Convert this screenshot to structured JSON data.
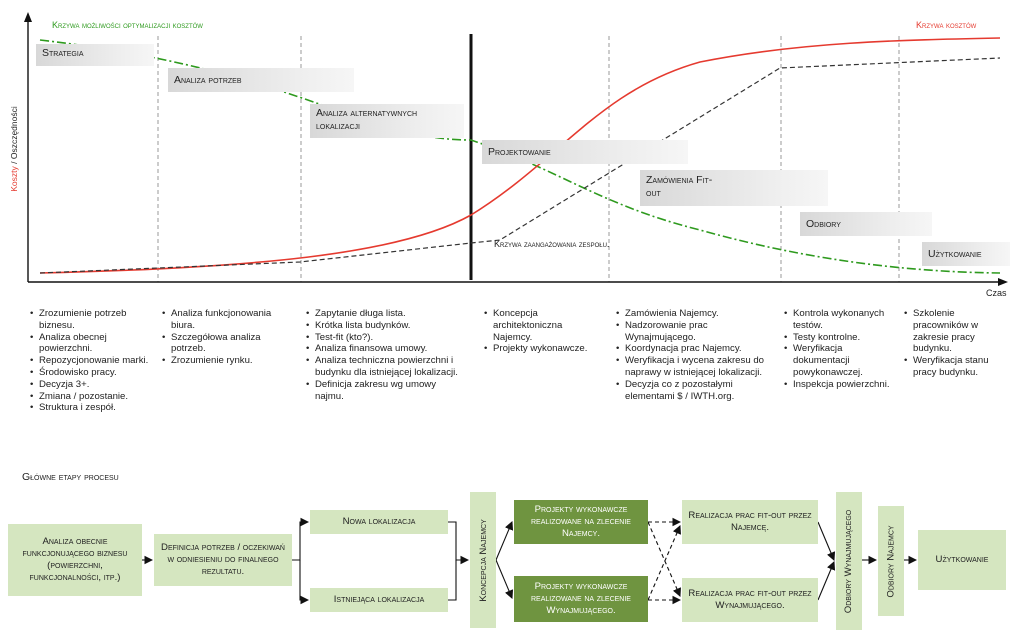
{
  "chart": {
    "green_label": "Krzywa możliwości optymalizacji kosztów",
    "red_label": "Krzywa kosztów",
    "y_axis_label_red": "Koszty",
    "y_axis_label_sep": " / ",
    "y_axis_label_green": "Oszczędności",
    "x_axis_label": "Czas",
    "team_curve_label": "Krzywa zaangażowania zespołu.",
    "colors": {
      "green": "#2e9a1e",
      "red": "#e53a2f",
      "dashed": "#333333"
    }
  },
  "stages": {
    "strategia": "Strategia",
    "analiza_potrzeb": "Analiza potrzeb",
    "analiza_alt": "Analiza alternatywnych lokalizacji",
    "projektowanie": "Projektowanie",
    "zamowienia": "Zamówienia Fit-out",
    "odbiory": "Odbiory",
    "uzytkowanie": "Użytkowanie"
  },
  "columns": [
    [
      "Zrozumienie potrzeb biznesu.",
      "Analiza obecnej powierzchni.",
      "Repozycjonowanie marki.",
      "Środowisko pracy.",
      "Decyzja 3+.",
      "Zmiana / pozostanie.",
      "Struktura i zespół."
    ],
    [
      "Analiza funkcjonowania biura.",
      "Szczegółowa analiza potrzeb.",
      "Zrozumienie rynku."
    ],
    [
      "Zapytanie długa lista.",
      "Krótka lista budynków.",
      "Test-fit (kto?).",
      "Analiza finansowa umowy.",
      "Analiza techniczna powierzchni i budynku dla istniejącej lokalizacji.",
      "Definicja zakresu wg umowy najmu."
    ],
    [
      "Koncepcja architektoniczna Najemcy.",
      "Projekty wykonawcze."
    ],
    [
      "Zamówienia Najemcy.",
      "Nadzorowanie prac Wynajmującego.",
      "Koordynacja prac Najemcy.",
      "Weryfikacja i wycena zakresu do naprawy w istniejącej lokalizacji.",
      "Decyzja co z pozostałymi elementami $ / IWTH.org."
    ],
    [
      "Kontrola wykonanych testów.",
      "Testy kontrolne.",
      "Weryfikacja dokumentacji powykonawczej.",
      "Inspekcja powierzchni."
    ],
    [
      "Szkolenie pracowników w zakresie pracy budynku.",
      "Weryfikacja stanu pracy budynku."
    ]
  ],
  "process": {
    "title": "Główne etapy procesu",
    "analiza": "Analiza obecnie funkcjonującego biznesu (powierzchni, funkcjonalności, itp.)",
    "definicja": "Definicja potrzeb / oczekiwań w odniesieniu do finalnego rezultatu.",
    "nowa": "Nowa lokalizacja",
    "istniejaca": "Istniejąca lokalizacja",
    "koncepcja": "Koncepcja Najemcy",
    "proj_najemca": "Projekty wykonawcze realizowane na zlecenie Najemcy.",
    "proj_wynajm": "Projekty wykonawcze realizowane na zlecenie Wynajmującego.",
    "real_najemca": "Realizacja prac fit-out przez Najemcę.",
    "real_wynajm": "Realizacja prac fit-out przez Wynajmującego.",
    "odbiory_wynajm": "Odbiory Wynajmującego",
    "odbiory_najemcy": "Odbiory Najemcy",
    "uzytkowanie": "Użytkowanie"
  }
}
